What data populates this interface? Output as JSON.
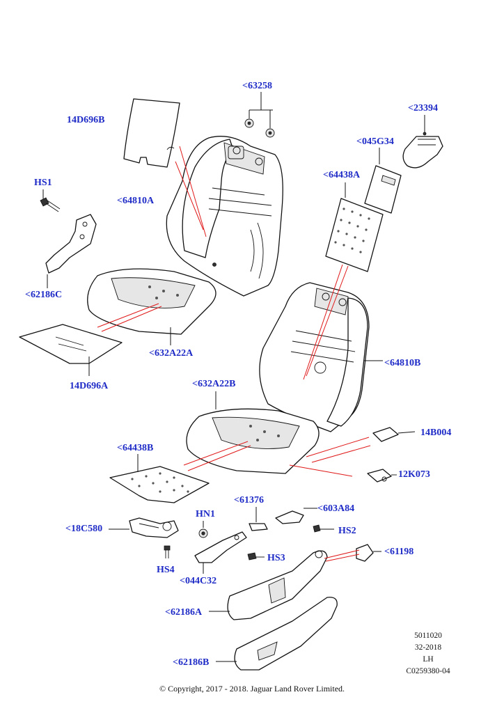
{
  "callouts": {
    "c63258": "<63258",
    "c23394": "<23394",
    "c14D696B": "14D696B",
    "c045G34": "<045G34",
    "c64438A": "<64438A",
    "cHS1": "HS1",
    "c64810A": "<64810A",
    "c62186C": "<62186C",
    "c632A22A": "<632A22A",
    "c14D696A": "14D696A",
    "c64810B": "<64810B",
    "c632A22B": "<632A22B",
    "c14B004": "14B004",
    "c64438B": "<64438B",
    "c12K073": "12K073",
    "c61376": "<61376",
    "c603A84": "<603A84",
    "cHN1": "HN1",
    "c18C580": "<18C580",
    "cHS2": "HS2",
    "c61198": "<61198",
    "cHS3": "HS3",
    "cHS4": "HS4",
    "c044C32": "<044C32",
    "c62186A": "<62186A",
    "c62186B": "<62186B"
  },
  "meta": {
    "number": "5011020",
    "date": "32-2018",
    "side": "LH",
    "code": "C0259380-04"
  },
  "copyright": "© Copyright, 2017 - 2018. Jaguar Land Rover Limited.",
  "colors": {
    "callout": "#1f2bc7",
    "leader_red": "#e01818",
    "line": "#111111"
  }
}
